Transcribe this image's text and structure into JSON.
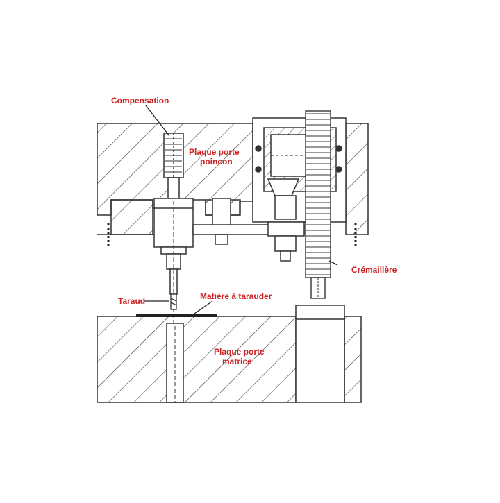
{
  "labels": {
    "compensation": "Compensation",
    "plaque_porte_poincon_line1": "Plaque porte",
    "plaque_porte_poincon_line2": "poincon",
    "cremaillere": "Crémaillère",
    "taraud": "Taraud",
    "matiere_a_tarauder": "Matière à tarauder",
    "plaque_porte_matrice_line1": "Plaque porte",
    "plaque_porte_matrice_line2": "matrice"
  },
  "colors": {
    "label": "#cc2222",
    "line": "#333333",
    "background": "#ffffff"
  }
}
